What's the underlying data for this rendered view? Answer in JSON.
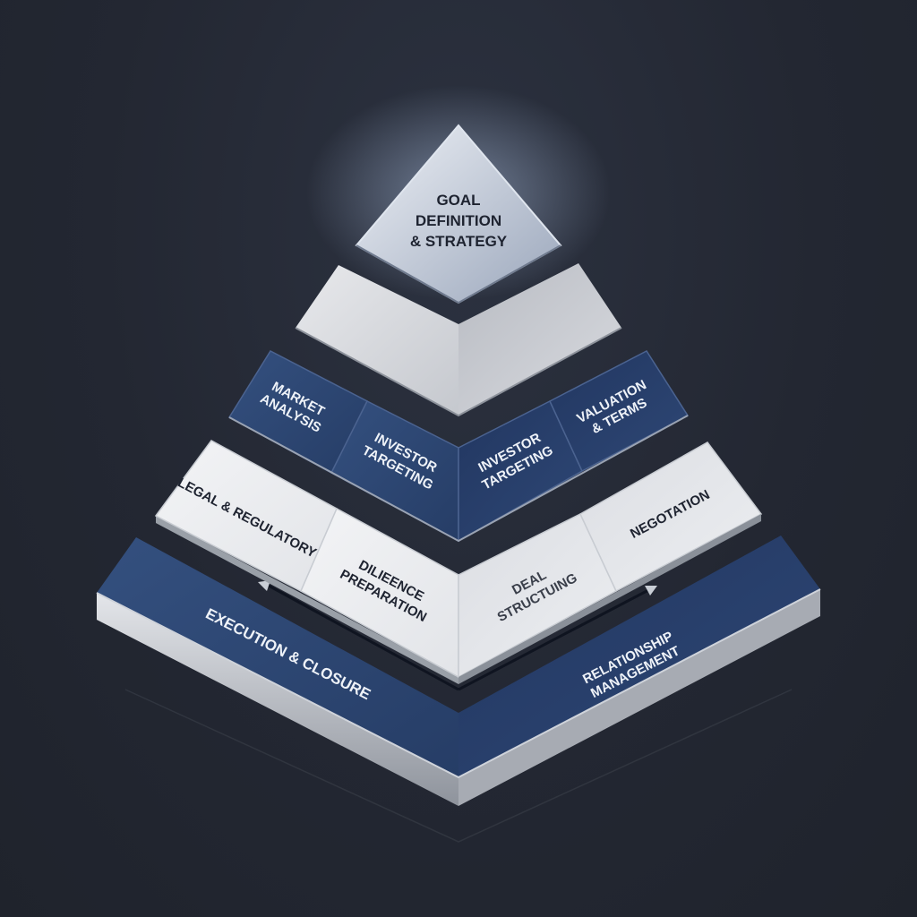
{
  "pyramid": {
    "apex": {
      "line1": "GOAL",
      "line2": "DEFINITION",
      "line3": "& STRATEGY"
    },
    "tier2": {
      "market_analysis": [
        "MARKET",
        "ANALYSIS"
      ],
      "investor_targeting_left": [
        "INVESTOR",
        "TARGETING"
      ],
      "investor_targeting_right": [
        "INVESTOR",
        "TARGETING"
      ],
      "valuation_terms": [
        "VALUATION",
        "& TERMS"
      ]
    },
    "tier3": {
      "legal_regulatory": "LEGAL & REGULATORY",
      "diligence_preparation": [
        "DILIEENCE",
        "PREPARATION"
      ],
      "deal_structuring": [
        "DEAL",
        "STRUCTUING"
      ],
      "negotation": "NEGOTATION"
    },
    "base": {
      "execution_closure": "EXECUTION & CLOSURE",
      "relationship_management": [
        "RELATIONSHIP",
        "MANAGEMENT"
      ]
    }
  },
  "colors": {
    "navy": "#2d4570",
    "navy_dark": "#1d2d4d",
    "silver": "#d9dbe0",
    "light_panel": "#eceef1",
    "background": "#232732"
  }
}
